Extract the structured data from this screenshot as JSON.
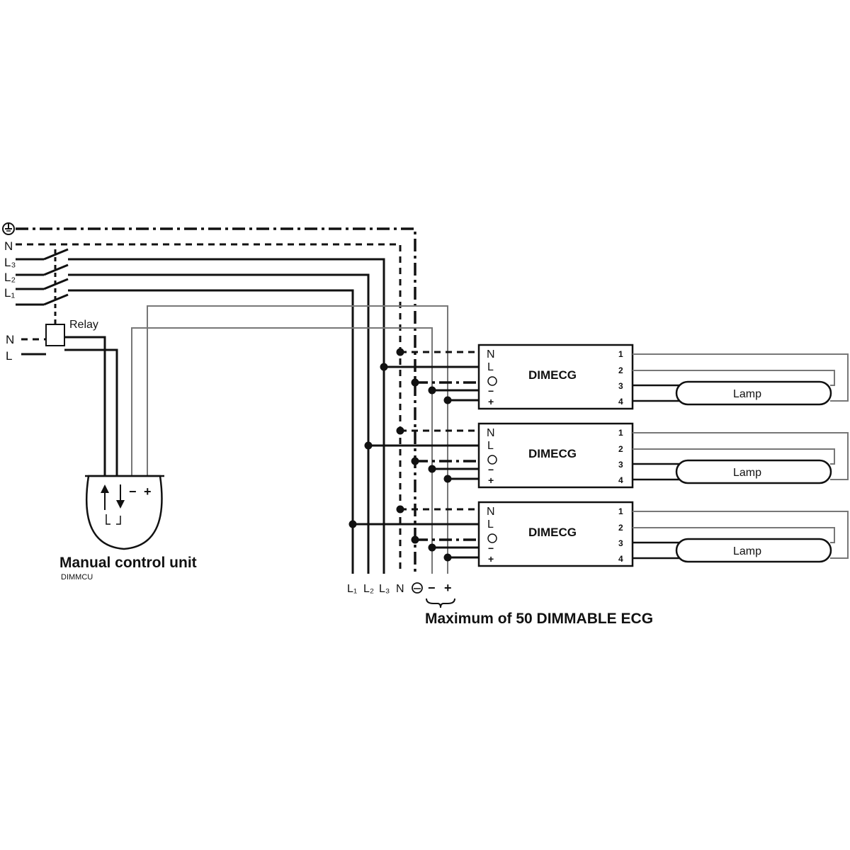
{
  "supply": {
    "earth_symbol": "⏚",
    "labels": [
      "N",
      "L₃",
      "L₂",
      "L₁"
    ]
  },
  "relay": {
    "label": "Relay",
    "input_labels": [
      "N",
      "L"
    ]
  },
  "control_unit": {
    "title": "Manual control unit",
    "model": "DIMMCU",
    "terminal_minus": "−",
    "terminal_plus": "+"
  },
  "bus_labels": [
    "L₁",
    "L₂",
    "L₃",
    "N",
    "⏚",
    "−",
    "+"
  ],
  "ecg": {
    "label": "DIMECG",
    "input_terminals": [
      "N",
      "L",
      "⏚",
      "−",
      "+"
    ],
    "output_terminals": [
      "1",
      "2",
      "3",
      "4"
    ],
    "lamp_label": "Lamp",
    "count": 3
  },
  "footnote": "Maximum of 50 DIMMABLE ECG"
}
